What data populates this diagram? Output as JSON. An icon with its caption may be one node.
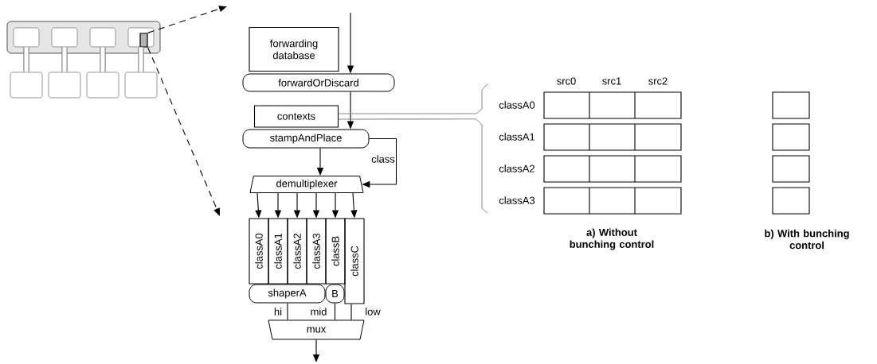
{
  "diagram": {
    "nodes": [
      {
        "text": [],
        "shape": "box"
      },
      {
        "text": [],
        "shape": "box",
        "in": 0
      },
      {
        "text": [],
        "shape": "box",
        "in": 0
      },
      {
        "text": [],
        "shape": "box",
        "in": 0
      },
      {
        "text": [],
        "shape": "box",
        "in": 0
      },
      {
        "text": [],
        "shape": "box",
        "in": 4
      },
      {
        "text": [],
        "shape": "box"
      },
      {
        "text": [],
        "shape": "box"
      },
      {
        "text": [],
        "shape": "box"
      },
      {
        "text": [],
        "shape": "box"
      },
      {
        "text": [
          "forwarding database"
        ]
      },
      {
        "text": [
          "forwardOrDiscard"
        ]
      },
      {
        "text": [
          "contexts"
        ]
      },
      {
        "text": [
          "stampAndPlace"
        ]
      },
      {
        "text": [
          "demultiplexer"
        ]
      },
      {
        "text": [
          "classA0"
        ]
      },
      {
        "text": [
          "classA1"
        ]
      },
      {
        "text": [
          "classA2"
        ]
      },
      {
        "text": [
          "classA3"
        ]
      },
      {
        "text": [
          "classB"
        ]
      },
      {
        "text": [
          "classC"
        ]
      },
      {
        "text": [
          "shaperA"
        ]
      },
      {
        "text": [
          "B"
        ]
      },
      {
        "text": [
          "mux"
        ]
      },
      {
        "text": [],
        "shape": "bracket"
      },
      {
        "text": [],
        "shape": "bracket"
      }
    ],
    "edges": [
      {
        "from": 1,
        "to": 6,
        "arrow": "none",
        "style": "thick",
        "color": "#888888"
      },
      {
        "from": 2,
        "to": 7,
        "arrow": "none",
        "style": "thick",
        "color": "#888888"
      },
      {
        "from": 3,
        "to": 8,
        "arrow": "none",
        "style": "thick",
        "color": "#888888"
      },
      {
        "from": 4,
        "to": 9,
        "arrow": "none",
        "style": "thick",
        "color": "#888888"
      },
      {
        "from": 5,
        "to": null,
        "arrow": "to",
        "style": "dashed"
      },
      {
        "from": 5,
        "to": null,
        "arrow": "to",
        "style": "dashed"
      },
      {
        "from": null,
        "to": 11,
        "arrow": "to"
      },
      {
        "from": 11,
        "to": 13,
        "arrow": "to"
      },
      {
        "from": 13,
        "to": 14,
        "arrow": "to"
      },
      {
        "from": 13,
        "to": 14,
        "arrow": "to",
        "label": "class"
      },
      {
        "from": 14,
        "to": 15,
        "arrow": "to"
      },
      {
        "from": 14,
        "to": 16,
        "arrow": "to"
      },
      {
        "from": 14,
        "to": 17,
        "arrow": "to"
      },
      {
        "from": 14,
        "to": 18,
        "arrow": "to"
      },
      {
        "from": 14,
        "to": 19,
        "arrow": "to"
      },
      {
        "from": 14,
        "to": 20,
        "arrow": "to"
      },
      {
        "from": 21,
        "to": 23,
        "arrow": "none",
        "label": "hi"
      },
      {
        "from": 22,
        "to": 23,
        "arrow": "none",
        "label": "mid"
      },
      {
        "from": 20,
        "to": 23,
        "arrow": "none",
        "label": "low"
      },
      {
        "from": 23,
        "to": null,
        "arrow": "to"
      },
      {
        "from": 12,
        "to": 24,
        "arrow": "none",
        "color": "#888888"
      },
      {
        "from": 12,
        "to": 25,
        "arrow": "none",
        "color": "#888888"
      }
    ],
    "labels": [
      "src0",
      "src1",
      "src2",
      "classA0",
      "classA1",
      "classA2",
      "classA3",
      "a) Without bunching control",
      "b) With bunching control"
    ]
  }
}
